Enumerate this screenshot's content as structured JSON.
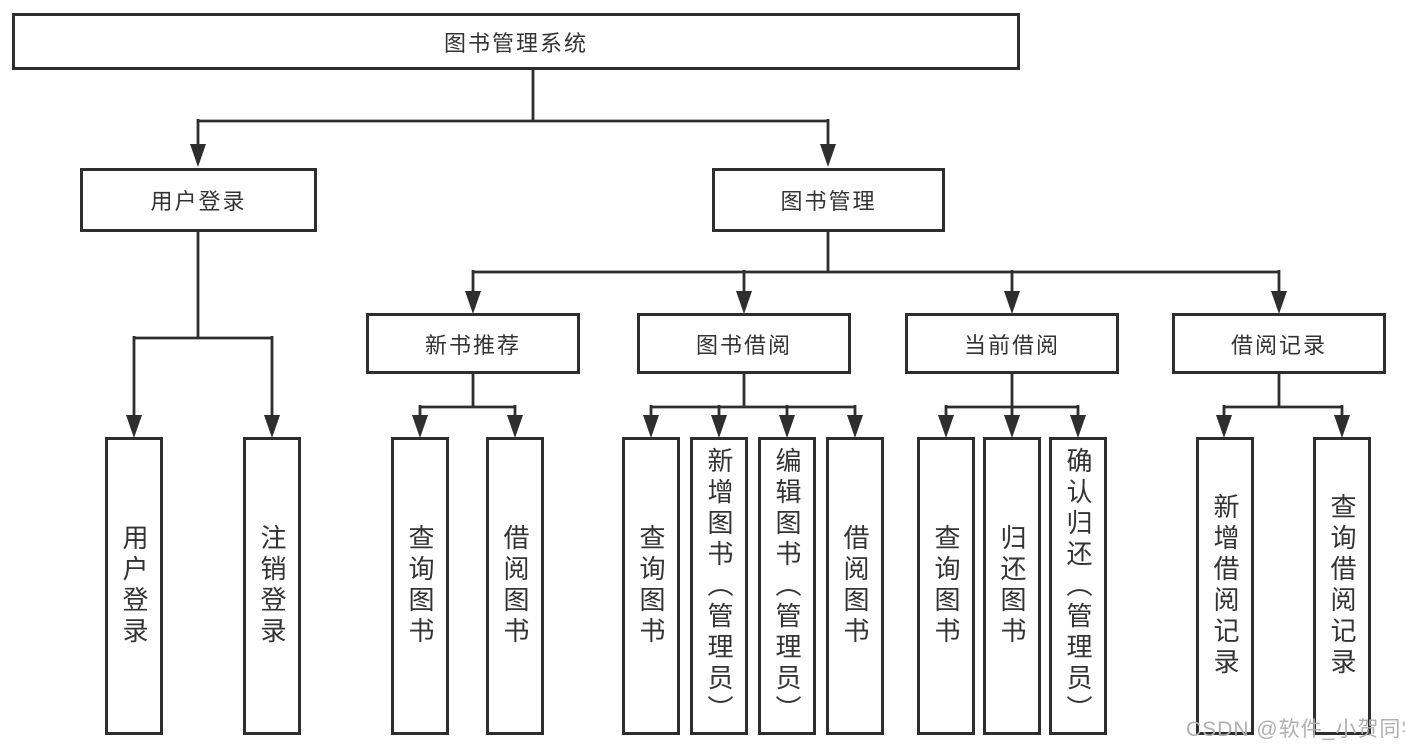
{
  "colors": {
    "line": "#2e2e2e",
    "text": "#333333",
    "background": "#ffffff",
    "watermark": "#b0b0b0"
  },
  "watermark": {
    "text": "CSDN @软件_小贺同学"
  },
  "chart_type": "org-tree-diagram",
  "tree": {
    "root": {
      "label": "图书管理系统",
      "children": [
        {
          "label": "用户登录",
          "children": [
            {
              "label": "用户登录"
            },
            {
              "label": "注销登录"
            }
          ]
        },
        {
          "label": "图书管理",
          "children": [
            {
              "label": "新书推荐",
              "children": [
                {
                  "label": "查询图书"
                },
                {
                  "label": "借阅图书"
                }
              ]
            },
            {
              "label": "图书借阅",
              "children": [
                {
                  "label": "查询图书"
                },
                {
                  "label": "新增图书（管理员）"
                },
                {
                  "label": "编辑图书（管理员）"
                },
                {
                  "label": "借阅图书"
                }
              ]
            },
            {
              "label": "当前借阅",
              "children": [
                {
                  "label": "查询图书"
                },
                {
                  "label": "归还图书"
                },
                {
                  "label": "确认归还（管理员）"
                }
              ]
            },
            {
              "label": "借阅记录",
              "children": [
                {
                  "label": "新增借阅记录"
                },
                {
                  "label": "查询借阅记录"
                }
              ]
            }
          ]
        }
      ]
    }
  }
}
